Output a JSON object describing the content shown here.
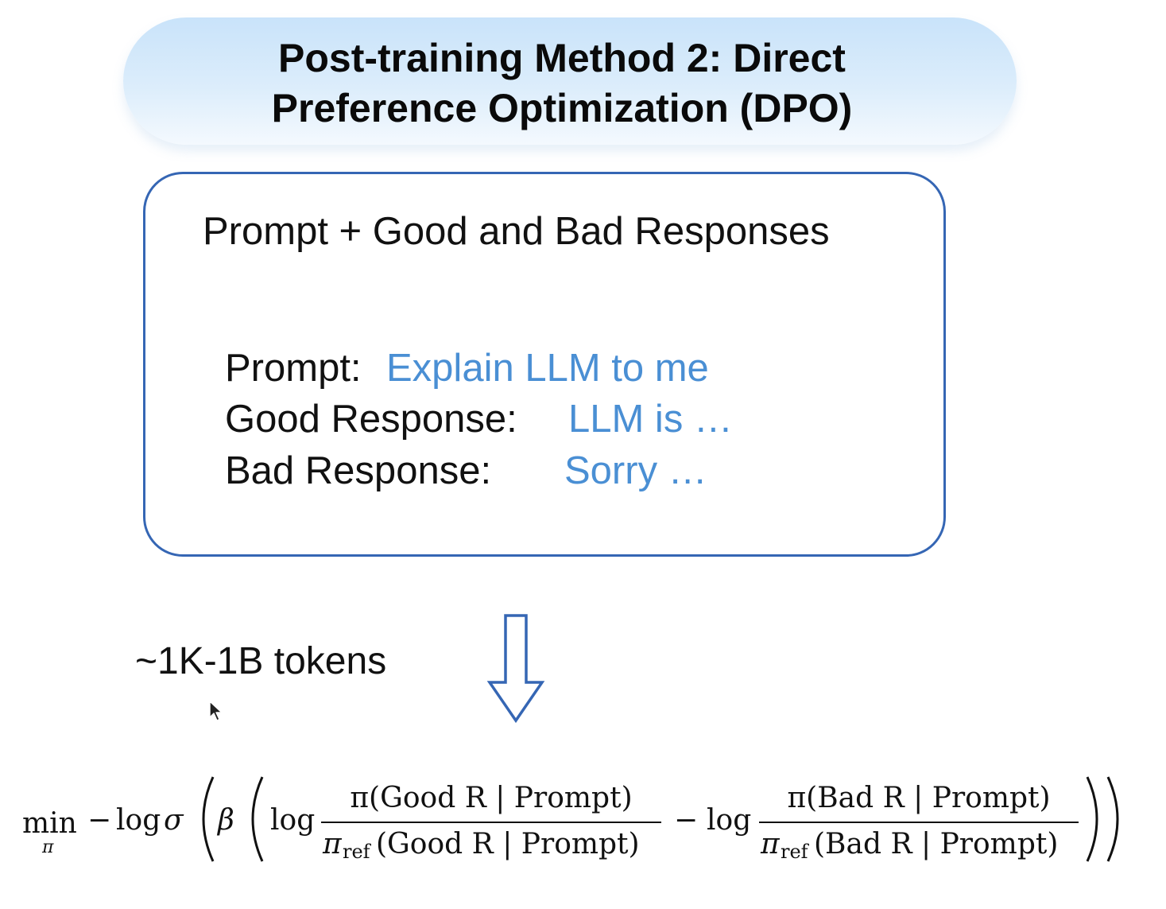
{
  "title": {
    "line1": "Post-training Method 2: Direct",
    "line2": "Preference Optimization (DPO)"
  },
  "box": {
    "heading": "Prompt + Good and Bad Responses",
    "rows": [
      {
        "label": "Prompt:",
        "value": "Explain LLM to me"
      },
      {
        "label": "Good Response:",
        "value": "LLM is …"
      },
      {
        "label": "Bad Response:",
        "value": "Sorry …"
      }
    ]
  },
  "tokens_note": "~1K-1B tokens",
  "formula": {
    "min": "min",
    "min_sub": "π",
    "minus1": "−",
    "log1": "log",
    "sigma": "σ",
    "beta": "β",
    "log2": "log",
    "good_num": "π(Good R | Prompt)",
    "good_den_pi": "π",
    "good_den_ref": "ref",
    "good_den_rest": "(Good R | Prompt)",
    "minus2": "−",
    "log3": "log",
    "bad_num": "π(Bad R | Prompt)",
    "bad_den_pi": "π",
    "bad_den_ref": "ref",
    "bad_den_rest": "(Bad R | Prompt)"
  },
  "colors": {
    "box_border": "#3566b4",
    "example_value": "#4a8fd4",
    "arrow": "#3566b4",
    "title_bg": "#c9e3fa"
  },
  "icons": {
    "arrow": "down-arrow-icon",
    "cursor": "mouse-cursor-icon"
  }
}
